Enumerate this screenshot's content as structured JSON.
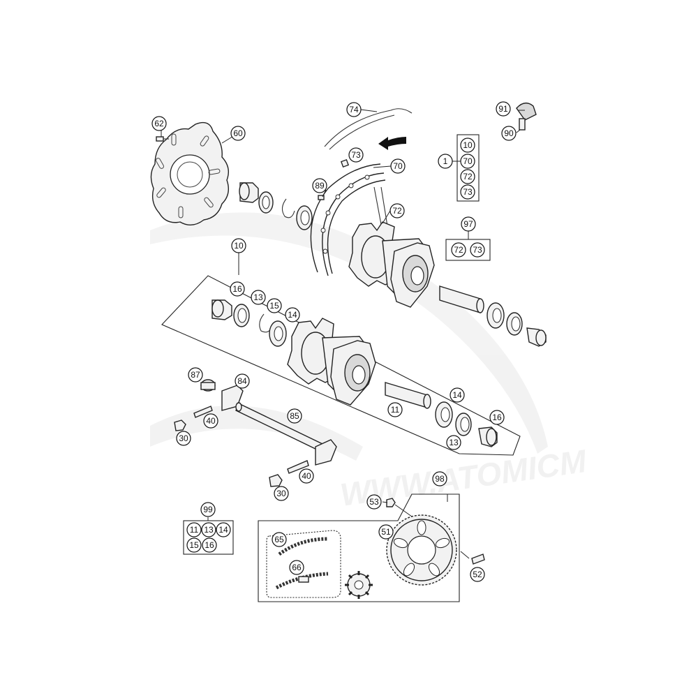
{
  "diagram": {
    "watermark_text": "WWW.ATOMICM",
    "callouts": {
      "c1": "1",
      "c10": "10",
      "c10b": "10",
      "c11": "11",
      "c11b": "11",
      "c13": "13",
      "c13b": "13",
      "c13c": "13",
      "c14": "14",
      "c14b": "14",
      "c14c": "14",
      "c15": "15",
      "c15b": "15",
      "c16": "16",
      "c16b": "16",
      "c16c": "16",
      "c30": "30",
      "c30b": "30",
      "c40": "40",
      "c40b": "40",
      "c51": "51",
      "c52": "52",
      "c53": "53",
      "c60": "60",
      "c62": "62",
      "c65": "65",
      "c66": "66",
      "c70": "70",
      "c70b": "70",
      "c72": "72",
      "c72b": "72",
      "c72c": "72",
      "c73": "73",
      "c73b": "73",
      "c73c": "73",
      "c74": "74",
      "c84": "84",
      "c85": "85",
      "c87": "87",
      "c89": "89",
      "c90": "90",
      "c91": "91",
      "c97": "97",
      "c98": "98",
      "c99": "99"
    }
  }
}
